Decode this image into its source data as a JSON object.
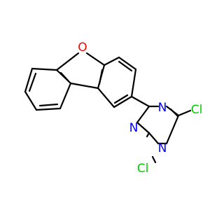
{
  "molecule": {
    "atoms": {
      "oxygen": {
        "symbol": "O",
        "color": "#ff0000"
      },
      "nitrogen_1": {
        "symbol": "N",
        "color": "#0000ff"
      },
      "nitrogen_2": {
        "symbol": "N",
        "color": "#0000ff"
      },
      "nitrogen_3": {
        "symbol": "N",
        "color": "#0000ff"
      },
      "chlorine_1": {
        "symbol": "Cl",
        "color": "#00cc00"
      },
      "chlorine_2": {
        "symbol": "Cl",
        "color": "#00cc00"
      }
    },
    "bond_color": "#000000"
  }
}
